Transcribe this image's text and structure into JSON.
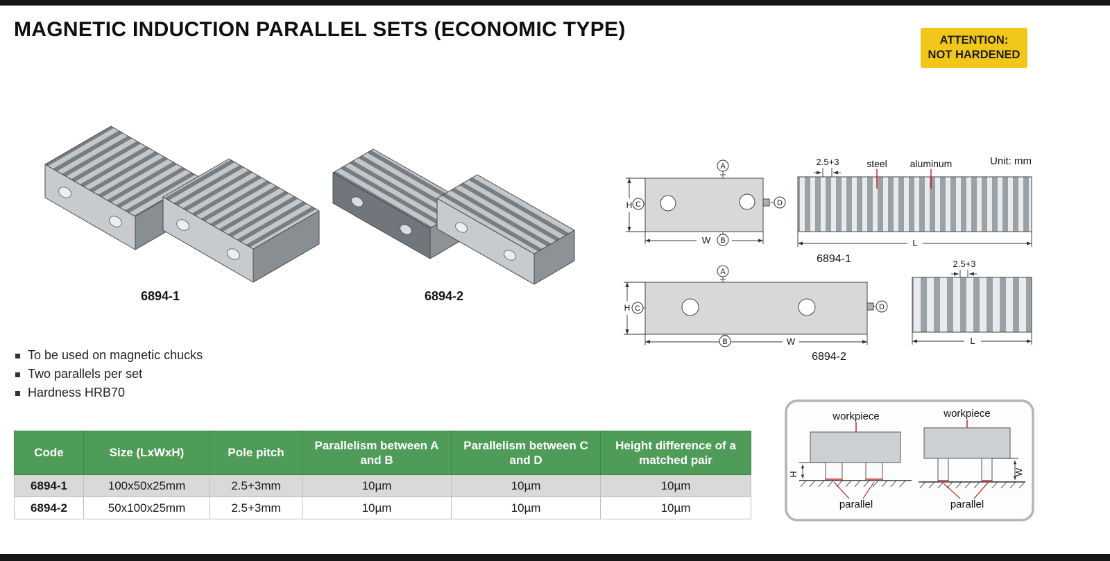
{
  "header": {
    "title": "MAGNETIC INDUCTION PARALLEL SETS (ECONOMIC TYPE)",
    "attention_line1": "ATTENTION:",
    "attention_line2": "NOT HARDENED"
  },
  "products": {
    "caption1": "6894-1",
    "caption2": "6894-2"
  },
  "drawings": {
    "unit": "Unit: mm",
    "pitch": "2.5+3",
    "steel": "steel",
    "aluminum": "aluminum",
    "A": "A",
    "B": "B",
    "C": "C",
    "D": "D",
    "H": "H",
    "W": "W",
    "L": "L",
    "caption1": "6894-1",
    "caption2": "6894-2"
  },
  "features": {
    "items": [
      "To be used on magnetic chucks",
      "Two parallels per set",
      "Hardness HRB70"
    ]
  },
  "table": {
    "headers": [
      "Code",
      "Size (LxWxH)",
      "Pole pitch",
      "Parallelism between A and B",
      "Parallelism between C and D",
      "Height difference of a matched pair"
    ],
    "rows": [
      [
        "6894-1",
        "100x50x25mm",
        "2.5+3mm",
        "10µm",
        "10µm",
        "10µm"
      ],
      [
        "6894-2",
        "50x100x25mm",
        "2.5+3mm",
        "10µm",
        "10µm",
        "10µm"
      ]
    ]
  },
  "usage": {
    "workpiece": "workpiece",
    "parallel": "parallel",
    "H": "H",
    "W": "W"
  },
  "colors": {
    "attention_bg": "#F2C71B",
    "table_header_bg": "#4E9C57",
    "row_alt_bg": "#D9D9D9",
    "annotation_red": "#CC0000"
  }
}
